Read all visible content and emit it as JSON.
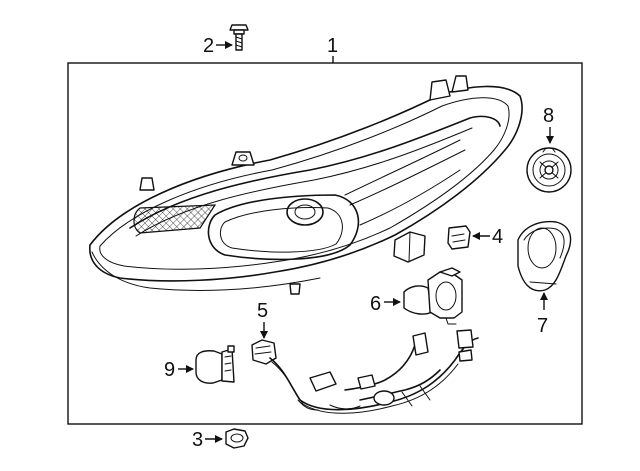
{
  "diagram": {
    "callouts": {
      "c1": "1",
      "c2": "2",
      "c3": "3",
      "c4": "4",
      "c5": "5",
      "c6": "6",
      "c7": "7",
      "c8": "8",
      "c9": "9"
    },
    "colors": {
      "line": "#111111",
      "background": "#ffffff"
    }
  }
}
